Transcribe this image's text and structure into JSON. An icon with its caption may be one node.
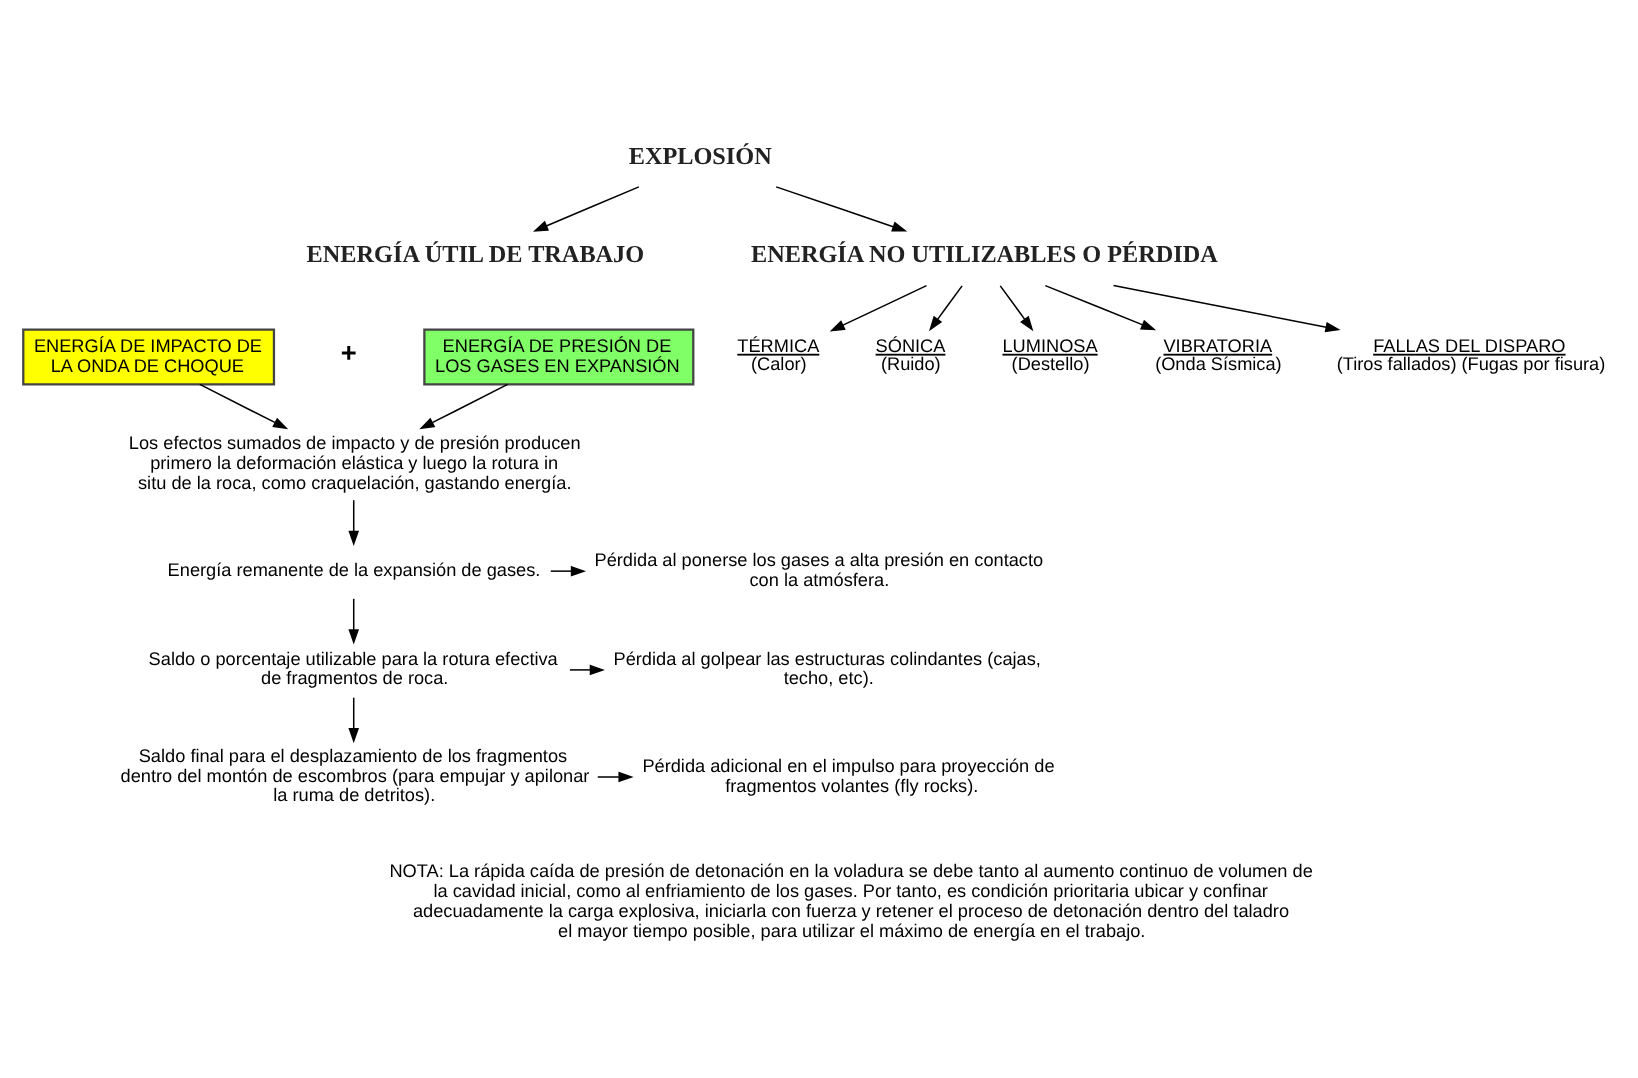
{
  "diagram": {
    "nodes": [
      {
        "text": [
          "EXPLOSIÓN"
        ]
      },
      {
        "text": [
          "ENERGÍA ÚTIL DE TRABAJO"
        ]
      },
      {
        "text": [
          "ENERGÍA NO UTILIZABLES O PÉRDIDA"
        ]
      },
      {
        "text": [
          "ENERGÍA DE IMPACTO DE LA ONDA DE CHOQUE"
        ]
      },
      {
        "text": [
          "ENERGÍA DE PRESIÓN DE LOS GASES EN EXPANSIÓN"
        ]
      },
      {
        "text": [
          "Los efectos sumados de impacto y de presión producen primero la deformación elástica y luego la rotura in situ de la roca, como craquelación, gastando energía."
        ]
      },
      {
        "text": [
          "TÉRMICA",
          "(Calor)"
        ]
      },
      {
        "text": [
          "SÓNICA",
          "(Ruido)"
        ]
      },
      {
        "text": [
          "LUMINOSA",
          "(Destello)"
        ]
      },
      {
        "text": [
          "VIBRATORIA",
          "(Onda Sísmica)"
        ]
      },
      {
        "text": [
          "FALLAS DEL DISPARO",
          "(Tiros fallados) (Fugas por fisura)"
        ]
      },
      {
        "text": [
          "Energía remanente de la expansión de gases."
        ]
      },
      {
        "text": [
          "Pérdida al ponerse los gases a alta presión en contacto con la atmósfera."
        ]
      },
      {
        "text": [
          "Saldo o porcentaje utilizable para la rotura efectiva de fragmentos de roca."
        ]
      },
      {
        "text": [
          "Pérdida al golpear las estructuras colindantes (cajas, techo, etc)."
        ]
      },
      {
        "text": [
          "Saldo final para el desplazamiento de los fragmentos dentro del montón de escombros (para empujar y apilonar la ruma de detritos)."
        ]
      },
      {
        "text": [
          "Pérdida adicional en el impulso para proyección de fragmentos volantes (fly rocks)."
        ]
      }
    ],
    "edges": [
      {
        "from": 0,
        "to": 1,
        "arrow": "to"
      },
      {
        "from": 0,
        "to": 2,
        "arrow": "to"
      },
      {
        "from": 3,
        "to": 5,
        "arrow": "to"
      },
      {
        "from": 4,
        "to": 5,
        "arrow": "to"
      },
      {
        "from": 2,
        "to": 6,
        "arrow": "to"
      },
      {
        "from": 2,
        "to": 7,
        "arrow": "to"
      },
      {
        "from": 2,
        "to": 8,
        "arrow": "to"
      },
      {
        "from": 2,
        "to": 9,
        "arrow": "to"
      },
      {
        "from": 2,
        "to": 10,
        "arrow": "to"
      },
      {
        "from": 5,
        "to": 11,
        "arrow": "to"
      },
      {
        "from": 11,
        "to": 12,
        "arrow": "to"
      },
      {
        "from": 11,
        "to": 13,
        "arrow": "to"
      },
      {
        "from": 13,
        "to": 14,
        "arrow": "to"
      },
      {
        "from": 13,
        "to": 15,
        "arrow": "to"
      },
      {
        "from": 15,
        "to": 16,
        "arrow": "to"
      }
    ],
    "labels": [
      "+",
      "NOTA: La rápida caída de presión de detonación en la voladura se debe tanto al aumento continuo de volumen de la cavidad inicial, como al enfriamiento de los gases. Por tanto, es condición prioritaria ubicar y confinar adecuadamente la carga explosiva, iniciarla con fuerza y retener el proceso de detonación dentro del taladro el mayor tiempo posible, para utilizar el máximo de energía en el trabajo."
    ]
  }
}
